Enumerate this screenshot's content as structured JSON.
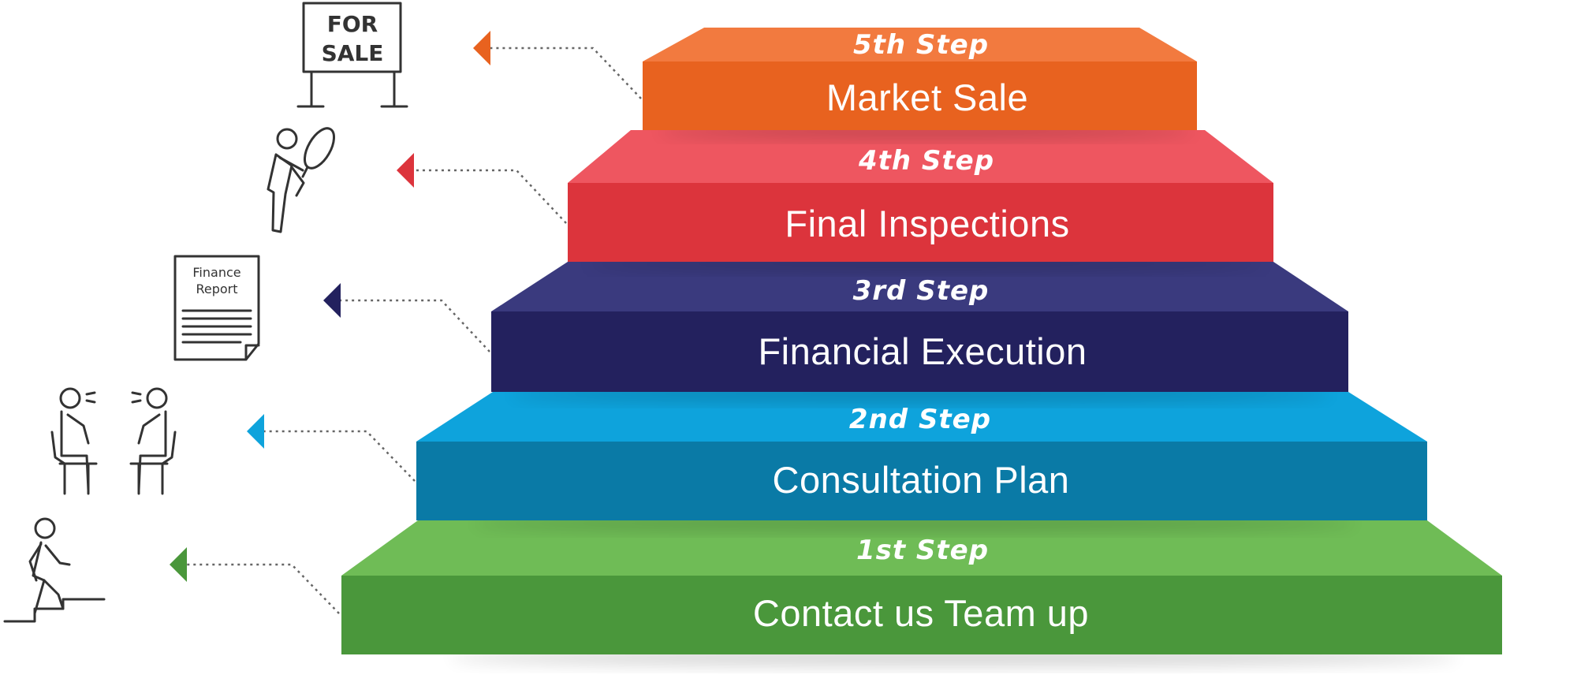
{
  "steps": [
    {
      "label": "1st Step",
      "title": "Contact us Team up",
      "top_color": "#6fbc56",
      "front_color": "#4a973b",
      "arrow_color": "#4a973b",
      "icon": "person-climbing-stairs-icon"
    },
    {
      "label": "2nd Step",
      "title": "Consultation Plan",
      "top_color": "#0ea3dc",
      "front_color": "#0a7aa6",
      "arrow_color": "#0ea3dc",
      "icon": "two-people-consulting-icon"
    },
    {
      "label": "3rd Step",
      "title": "Financial Execution",
      "top_color": "#3a3a7e",
      "front_color": "#23215e",
      "arrow_color": "#23215e",
      "icon": "finance-report-document-icon"
    },
    {
      "label": "4th Step",
      "title": "Final Inspections",
      "top_color": "#ee5660",
      "front_color": "#dc343c",
      "arrow_color": "#dc343c",
      "icon": "person-magnifying-glass-icon"
    },
    {
      "label": "5th Step",
      "title": "Market Sale",
      "top_color": "#f27a3f",
      "front_color": "#e8621f",
      "arrow_color": "#e8621f",
      "icon": "for-sale-sign-icon"
    }
  ],
  "icons": {
    "sign": {
      "line1": "FOR",
      "line2": "SALE"
    },
    "document": {
      "line1": "Finance",
      "line2": "Report"
    }
  }
}
